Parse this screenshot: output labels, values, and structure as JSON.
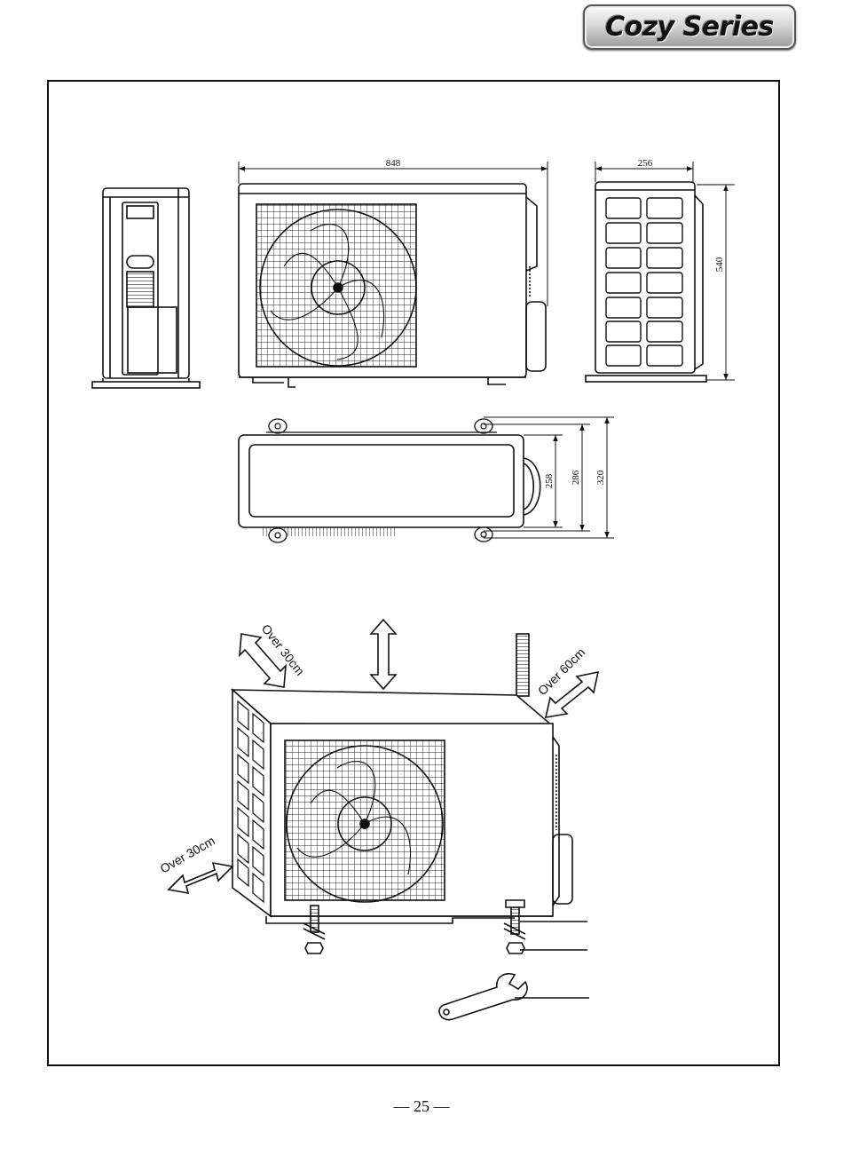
{
  "header": {
    "brand": "Cozy Series"
  },
  "dimensions": {
    "width": "848",
    "depth_side": "256",
    "height": "540",
    "mount_inner": "258",
    "mount_mid": "286",
    "mount_outer": "320"
  },
  "clearances": {
    "left_rear": "Over 30cm",
    "left_front": "Over 30cm",
    "right": "Over 60cm"
  },
  "footer": {
    "page_number": "— 25 —"
  }
}
